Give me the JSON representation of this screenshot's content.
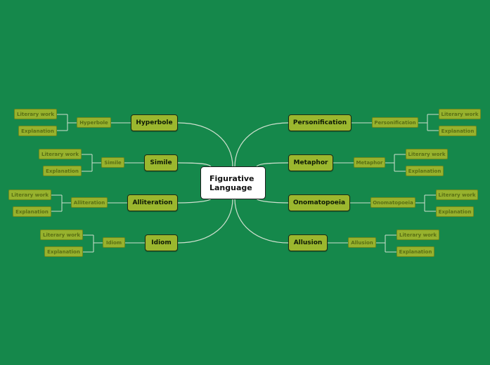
{
  "central": {
    "line1": "Figurative",
    "line2": "Language"
  },
  "branches": [
    {
      "main": "Hyperbole",
      "sub": "Hyperbole",
      "leaves": [
        "Literary work",
        "Explanation"
      ]
    },
    {
      "main": "Simile",
      "sub": "Simile",
      "leaves": [
        "Literary work",
        "Explanation"
      ]
    },
    {
      "main": "Alliteration",
      "sub": "Alliteration",
      "leaves": [
        "Literary work",
        "Explanation"
      ]
    },
    {
      "main": "Idiom",
      "sub": "Idiom",
      "leaves": [
        "Literary work",
        "Explanation"
      ]
    },
    {
      "main": "Personification",
      "sub": "Personification",
      "leaves": [
        "Literary work",
        "Explanation"
      ]
    },
    {
      "main": "Metaphor",
      "sub": "Metaphor",
      "leaves": [
        "Literary work",
        "Explanation"
      ]
    },
    {
      "main": "Onomatopoeia",
      "sub": "Onomatopoeia",
      "leaves": [
        "Literary work",
        "Explanation"
      ]
    },
    {
      "main": "Allusion",
      "sub": "Allusion",
      "leaves": [
        "Literary work",
        "Explanation"
      ]
    }
  ],
  "colors": {
    "background": "#15884b",
    "node_fill": "#9bb72e",
    "central_fill": "#ffffff",
    "link": "#cfe0cf"
  }
}
